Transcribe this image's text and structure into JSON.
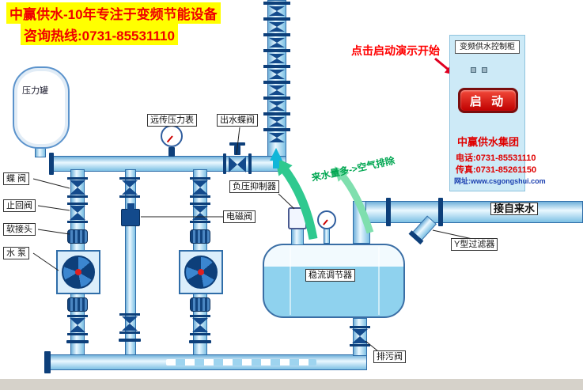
{
  "header": {
    "title": "中赢供水-10年专注于变频节能设备",
    "hotline": "咨询热线:0731-85531110"
  },
  "labels": {
    "pressure_tank": "压力罐",
    "butterfly_valve": "蝶 阀",
    "check_valve": "止回阀",
    "soft_joint": "软接头",
    "water_pump": "水 泵",
    "remote_gauge": "远传压力表",
    "outlet_valve": "出水蝶阀",
    "vacuum_suppressor": "负压抑制器",
    "solenoid_valve": "电磁阀",
    "flow_regulator": "稳流调节器",
    "drain_valve": "排污阀",
    "y_filter": "Y型过滤器",
    "tap_inlet": "接自来水",
    "flow_note": "来水量多->空气排除",
    "demo_hint": "点击启动演示开始"
  },
  "cabinet": {
    "title": "变频供水控制柜",
    "start_button": "启 动",
    "company": "中赢供水集团",
    "phone": "电话:0731-85531110",
    "fax": "传真:0731-85261150",
    "website": "网址:www.csgongshui.com"
  },
  "colors": {
    "accent_red": "#ff0000",
    "highlight_yellow": "#ffff00",
    "pipe_fill": "#bfe2f5",
    "pipe_border": "#2f6da8",
    "valve_dark": "#134a8c",
    "water": "#8fd2ee",
    "flow_green": "#2fc98f",
    "cabinet_bg": "#cdeaf7",
    "button_red": "#cf1010"
  }
}
